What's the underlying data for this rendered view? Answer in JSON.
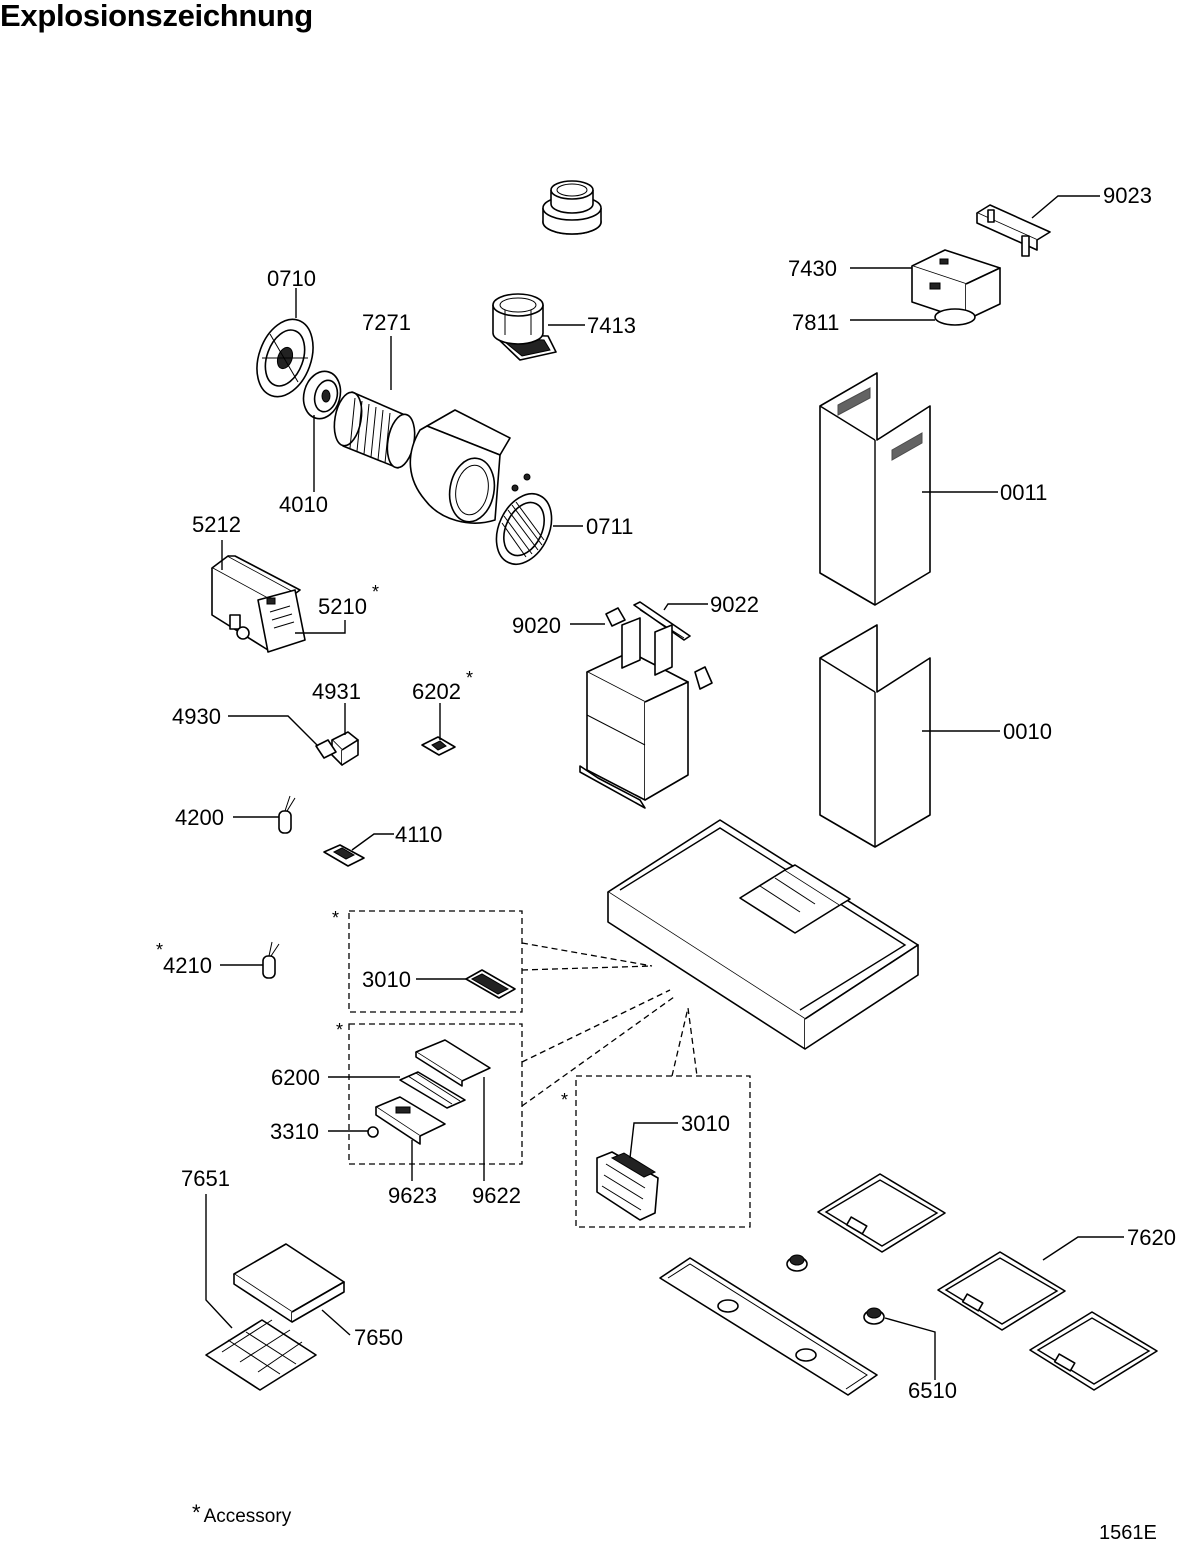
{
  "title": "Explosionszeichnung",
  "footnote": {
    "symbol": "*",
    "text": "Accessory"
  },
  "document_number": "1561E",
  "part_labels": {
    "p0710": "0710",
    "p7271": "7271",
    "p4010": "4010",
    "p7413": "7413",
    "p0711": "0711",
    "p9023": "9023",
    "p7430": "7430",
    "p7811": "7811",
    "p0011": "0011",
    "p5212": "5212",
    "p5210": "5210",
    "p9020": "9020",
    "p9022": "9022",
    "p4931": "4931",
    "p6202": "6202",
    "p4930": "4930",
    "p0010": "0010",
    "p4200": "4200",
    "p4110": "4110",
    "p4210": "4210",
    "p3010a": "3010",
    "p6200": "6200",
    "p3310": "3310",
    "p9623": "9623",
    "p9622": "9622",
    "p3010b": "3010",
    "p7651": "7651",
    "p7650": "7650",
    "p7620": "7620",
    "p6510": "6510"
  },
  "accessory_marker": "*"
}
